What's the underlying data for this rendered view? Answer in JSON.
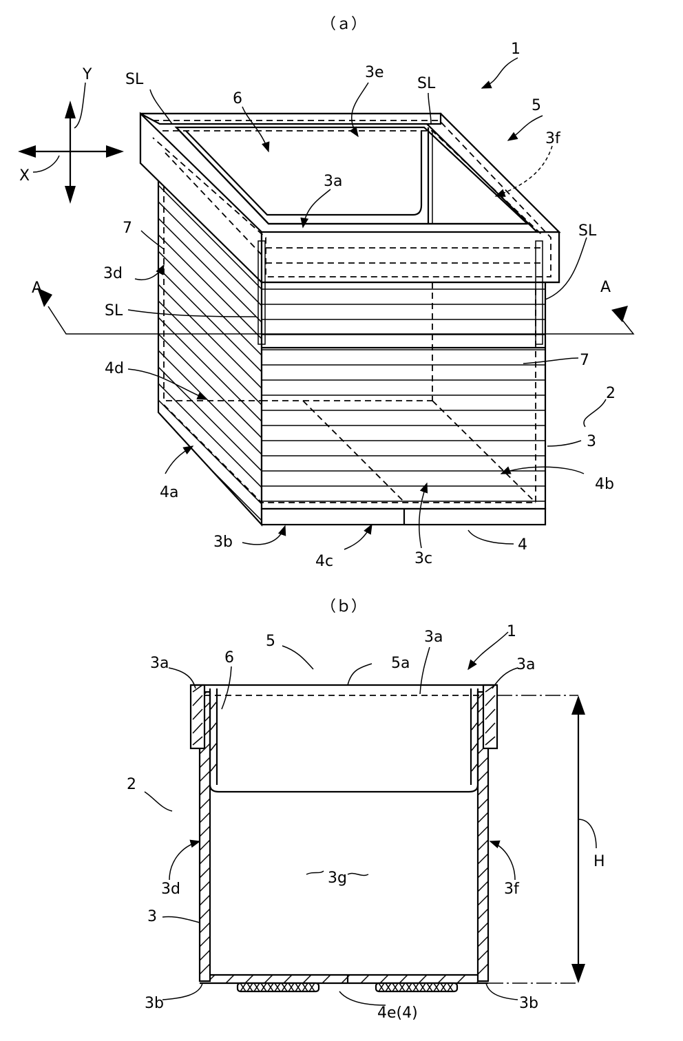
{
  "figure_a": {
    "caption": "（ａ）",
    "labels": {
      "l1": "1",
      "l5": "5",
      "l3e": "3e",
      "l6": "6",
      "lSL1": "SL",
      "lSL2": "SL",
      "l3f": "3f",
      "l3a": "3a",
      "lY": "Y",
      "lX": "X",
      "l7a": "7",
      "lSL3": "SL",
      "l3d": "3d",
      "lSL4": "SL",
      "lA1": "A",
      "lA2": "A",
      "l7b": "7",
      "l4d": "4d",
      "l2": "2",
      "l3": "3",
      "l4b": "4b",
      "l4a": "4a",
      "l3b": "3b",
      "l4c": "4c",
      "l3c": "3c",
      "l4": "4"
    }
  },
  "figure_b": {
    "caption": "（ｂ）",
    "labels": {
      "l1": "1",
      "l5": "5",
      "l5a": "5a",
      "l3a1": "3a",
      "l3a2": "3a",
      "l3a3": "3a",
      "l6": "6",
      "l2": "2",
      "lH": "H",
      "l3g": "3g",
      "l3d": "3d",
      "l3f": "3f",
      "l3": "3",
      "l3b1": "3b",
      "l3b2": "3b",
      "l4e": "4e(4)"
    }
  }
}
